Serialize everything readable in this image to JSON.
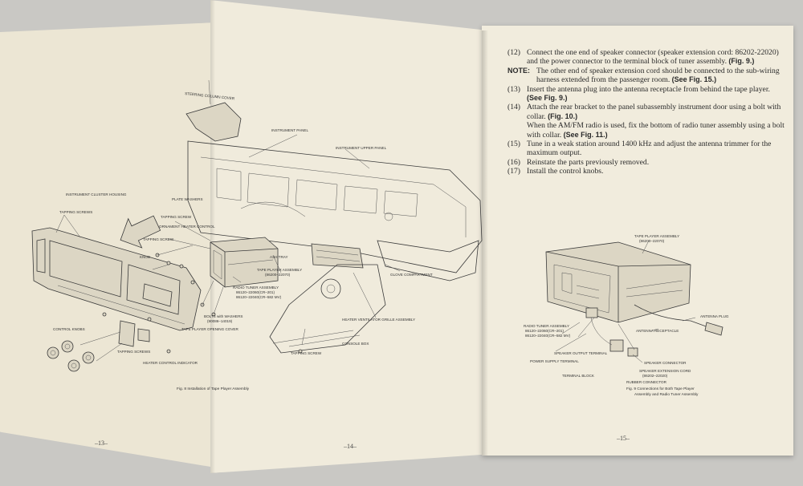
{
  "left_figure": {
    "labels": {
      "instrument_cluster_housing": "INSTRUMENT CLUSTER HOUSING",
      "tapping_screws_top": "TAPPING SCREWS",
      "plate_washers": "PLATE WASHERS",
      "tapping_screw_1": "TAPPING SCREW",
      "ornament_heater_control": "ORNAMENT HEATER CONTROL",
      "tapping_screw_2": "TAPPING SCREW",
      "knob": "KNOB",
      "control_knobs": "CONTROL KNOBS",
      "tapping_screws_bottom": "TAPPING SCREWS",
      "heater_control_indicator": "HEATER CONTROL INDICATOR"
    },
    "page_number": "–13–"
  },
  "middle_figure": {
    "labels": {
      "steering_column_cover": "STEERING COLUMN COVER",
      "instrument_panel": "INSTRUMENT PANEL",
      "instrument_upper_panel": "INSTRUMENT UPPER PANEL",
      "ash_tray": "ASH TRAY",
      "tape_player_assembly": "TAPE PLAYER ASSEMBLY",
      "tape_player_part": "(86200–22070)",
      "radio_tuner_assembly": "RADIO TUNER ASSEMBLY",
      "radio_tuner_part1": "86120–22060(CR–201)",
      "radio_tuner_part2": "86120–22040(CR–582 MV)",
      "bolts_with_washers": "BOLTS with WASHERS",
      "bolts_part": "(90086–14019)",
      "tape_player_opening_cover": "TAPE PLAYER OPENING COVER",
      "glove_compartment": "GLOVE COMPARTMENT",
      "heater_grille": "HEATER VENTILATOR GRILLE ASSEMBLY",
      "console_box": "CONSOLE BOX",
      "tapping_screw": "TAPPING SCREW"
    },
    "caption": "Fig. 8  Installation of Tape Player Assembly",
    "page_number": "–14–"
  },
  "instructions": {
    "steps": [
      {
        "num": "(12)",
        "text": "Connect the one end of speaker connector (speaker extension cord: 86202-22020) and the power connector to the terminal block of tuner assembly.",
        "ref": "(Fig. 9.)"
      },
      {
        "num": "(13)",
        "text": "Insert the antenna plug into the antenna receptacle from behind the tape player.",
        "ref": "(See Fig. 9.)"
      },
      {
        "num": "(14)",
        "text": "Attach the rear bracket to the panel subassembly instrument door using a bolt with collar.",
        "ref": "(Fig. 10.)"
      },
      {
        "num": "",
        "text": "When the AM/FM radio is used, fix the bottom of radio tuner assembly using a bolt with collar.",
        "ref": "(See Fig. 11.)"
      },
      {
        "num": "(15)",
        "text": "Tune in a weak station around 1400 kHz and adjust the antenna trimmer for the maximum output.",
        "ref": ""
      },
      {
        "num": "(16)",
        "text": "Reinstate the parts previously removed.",
        "ref": ""
      },
      {
        "num": "(17)",
        "text": "Install the control knobs.",
        "ref": ""
      }
    ],
    "note_label": "NOTE:",
    "note_text": "The other end of speaker extension cord should be connected to the sub-wiring harness extended from the passenger room.",
    "note_ref": "(See Fig. 15.)"
  },
  "right_figure": {
    "labels": {
      "tape_player_assembly": "TAPE PLAYER ASSEMBLY",
      "tape_player_part": "(86200–22070)",
      "radio_tuner_assembly": "RADIO TUNER ASSEMBLY",
      "radio_tuner_part1": "86120–22060(CR–201)",
      "radio_tuner_part2": "86120–22040(CR–582 MV)",
      "antenna_receptacle": "ANTENNA RECEPTACLE",
      "antenna_plug": "ANTENNA PLUG",
      "speaker_output_terminal": "SPEAKER OUTPUT TERMINAL",
      "power_supply_terminal": "POWER SUPPLY TERMINAL",
      "speaker_connector": "SPEAKER CONNECTOR",
      "speaker_extension_cord": "SPEAKER EXTENSION CORD",
      "speaker_cord_part": "(86202–22020)",
      "terminal_block": "TERMINAL BLOCK",
      "rubber_connector": "RUBBER CONNECTOR"
    },
    "caption_line1": "Fig. 9  Connections for Both Tape Player",
    "caption_line2": "Assembly and Radio Tuner Assembly",
    "page_number": "–15–"
  }
}
